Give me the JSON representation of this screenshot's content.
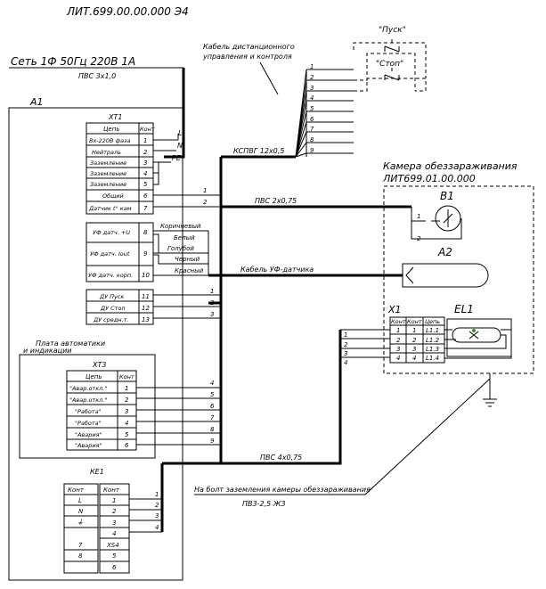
{
  "header": {
    "doc_code": "ЛИТ.699.00.00.000  Э4",
    "supply": "Сеть 1Ф 50Гц 220В 1А",
    "supply_cable": "ПВС 3х1,0",
    "remote_cable_1": "Кабель дистанционного",
    "remote_cable_2": "управления и контроля",
    "kspvg": "КСПВГ 12х0,5",
    "pvs_2x075": "ПВС 2х0,75",
    "uv_cable": "Кабель УФ-датчика",
    "pvs_4x075": "ПВС 4х0,75",
    "ground_bolt": "На болт заземления камеры обеззараживания",
    "pv3": "ПВ3-2,5 ЖЗ"
  },
  "buttons": {
    "start": "\"Пуск\"",
    "stop": "\"Стоп\""
  },
  "remote_terminals": [
    "1",
    "2",
    "3",
    "4",
    "5",
    "6",
    "7",
    "8",
    "9"
  ],
  "a1": {
    "label": "А1",
    "xt1": {
      "title": "ХТ1",
      "head_circuit": "Цепь",
      "head_contact": "Конт",
      "rows": [
        {
          "name": "Вх-220В фаза",
          "num": "1"
        },
        {
          "name": "Нейтраль",
          "num": "2"
        },
        {
          "name": "Заземление",
          "num": "3"
        },
        {
          "name": "Заземление",
          "num": "4"
        },
        {
          "name": "Заземление",
          "num": "5"
        },
        {
          "name": "Общий",
          "num": "6"
        },
        {
          "name": "Датчик t° кам",
          "num": "7"
        }
      ],
      "rows2": [
        {
          "name": "УФ датч. +U",
          "num": "8"
        },
        {
          "name": "УФ датч. Iout",
          "num": "9"
        },
        {
          "name": "УФ датч. корп.",
          "num": "10"
        }
      ],
      "rows3": [
        {
          "name": "ДУ Пуск",
          "num": "11"
        },
        {
          "name": "ДУ Стоп",
          "num": "12"
        },
        {
          "name": "ДУ средн.т.",
          "num": "13"
        }
      ],
      "supply_marks": [
        "L",
        "N",
        "PE"
      ]
    },
    "wire_colors": [
      "Коричневый",
      "Белый",
      "Голубой",
      "Черный",
      "Красный"
    ],
    "board_1": "Плата автоматики",
    "board_2": "и индикации",
    "xt3": {
      "title": "ХТ3",
      "head_circuit": "Цепь",
      "head_contact": "Конт",
      "rows": [
        {
          "name": "\"Авар.откл.\"",
          "num": "1"
        },
        {
          "name": "\"Авар.откл.\"",
          "num": "2"
        },
        {
          "name": "\"Работа\"",
          "num": "3"
        },
        {
          "name": "\"Работа\"",
          "num": "4"
        },
        {
          "name": "\"Авария\"",
          "num": "5"
        },
        {
          "name": "\"Авария\"",
          "num": "6"
        }
      ]
    },
    "ke1": {
      "title": "КЕ1",
      "head_left": "Конт",
      "head_right": "Конт",
      "left_rows": [
        "L",
        "N",
        "⏚"
      ],
      "right_rows": [
        "1",
        "2",
        "3",
        "4"
      ],
      "left_bottom": [
        "7",
        "8"
      ],
      "xs4_title": "ХS4",
      "xs4_rows": [
        "5",
        "6"
      ]
    }
  },
  "wire_numbers": {
    "xt1_to_b1": [
      "1",
      "2"
    ],
    "xt1_du": [
      "1",
      "2",
      "3"
    ],
    "xt3_out": [
      "4",
      "5",
      "6",
      "7",
      "8",
      "9"
    ],
    "ke1_out": [
      "1",
      "2",
      "3",
      "4"
    ],
    "x1_in": [
      "1",
      "2",
      "3",
      "4"
    ]
  },
  "camera": {
    "title_1": "Камера обеззараживания",
    "title_2": "ЛИТ699.01.00.000",
    "b1": "В1",
    "b1_pins": [
      "1",
      "2"
    ],
    "a2": "А2",
    "x1": "Х1",
    "el1": "EL1",
    "x1_head": [
      "Конт",
      "Конт",
      "Цепь"
    ],
    "x1_rows": [
      {
        "a": "1",
        "b": "1",
        "c": "L1.1"
      },
      {
        "a": "2",
        "b": "2",
        "c": "L1.2"
      },
      {
        "a": "3",
        "b": "3",
        "c": "L1.3"
      },
      {
        "a": "4",
        "b": "4",
        "c": "L1.4"
      }
    ]
  }
}
